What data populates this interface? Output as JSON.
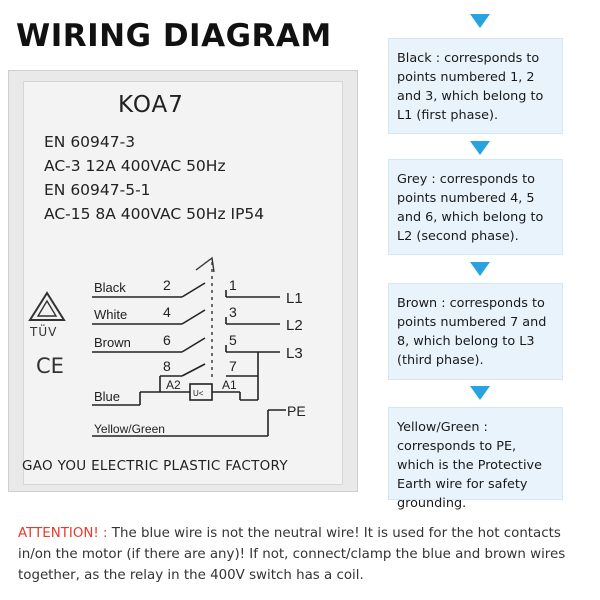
{
  "title": "WIRING DIAGRAM",
  "label": {
    "model": "KOA7",
    "spec_lines": [
      "EN 60947-3",
      "AC-3  12A  400VAC 50Hz",
      "EN 60947-5-1",
      "AC-15  8A  400VAC 50Hz  IP54"
    ],
    "wires": {
      "black": "Black",
      "white": "White",
      "brown": "Brown",
      "blue": "Blue",
      "yellow_green": "Yellow/Green"
    },
    "lines": {
      "l1": "L1",
      "l2": "L2",
      "l3": "L3",
      "pe": "PE"
    },
    "terminals": [
      "2",
      "1",
      "4",
      "3",
      "6",
      "5",
      "8",
      "7"
    ],
    "coil": {
      "a1": "A1",
      "a2": "A2",
      "symbol": "U<"
    },
    "cert_tuv": "TÜV",
    "cert_ce": "CE",
    "factory": "GAO YOU ELECTRIC PLASTIC FACTORY"
  },
  "info": [
    "Black : corresponds to points numbered 1, 2 and 3, which belong to L1 (first phase).",
    "Grey : corresponds to points numbered 4, 5 and 6, which belong to L2 (second phase).",
    "Brown : corresponds to points numbered 7 and 8, which belong to L3 (third phase).",
    "Yellow/Green : corresponds to PE, which is the Protective Earth wire for safety grounding."
  ],
  "attention": {
    "lead": "ATTENTION! :",
    "text": " The blue wire is not the neutral wire! It is used for the hot contacts in/on the motor (if there are any)! If not, connect/clamp the blue and brown wires together, as the relay in the 400V switch has a coil."
  },
  "colors": {
    "arrow": "#29a3e0",
    "info_box": "#e8f3fb",
    "attention": "#e53b2e"
  }
}
